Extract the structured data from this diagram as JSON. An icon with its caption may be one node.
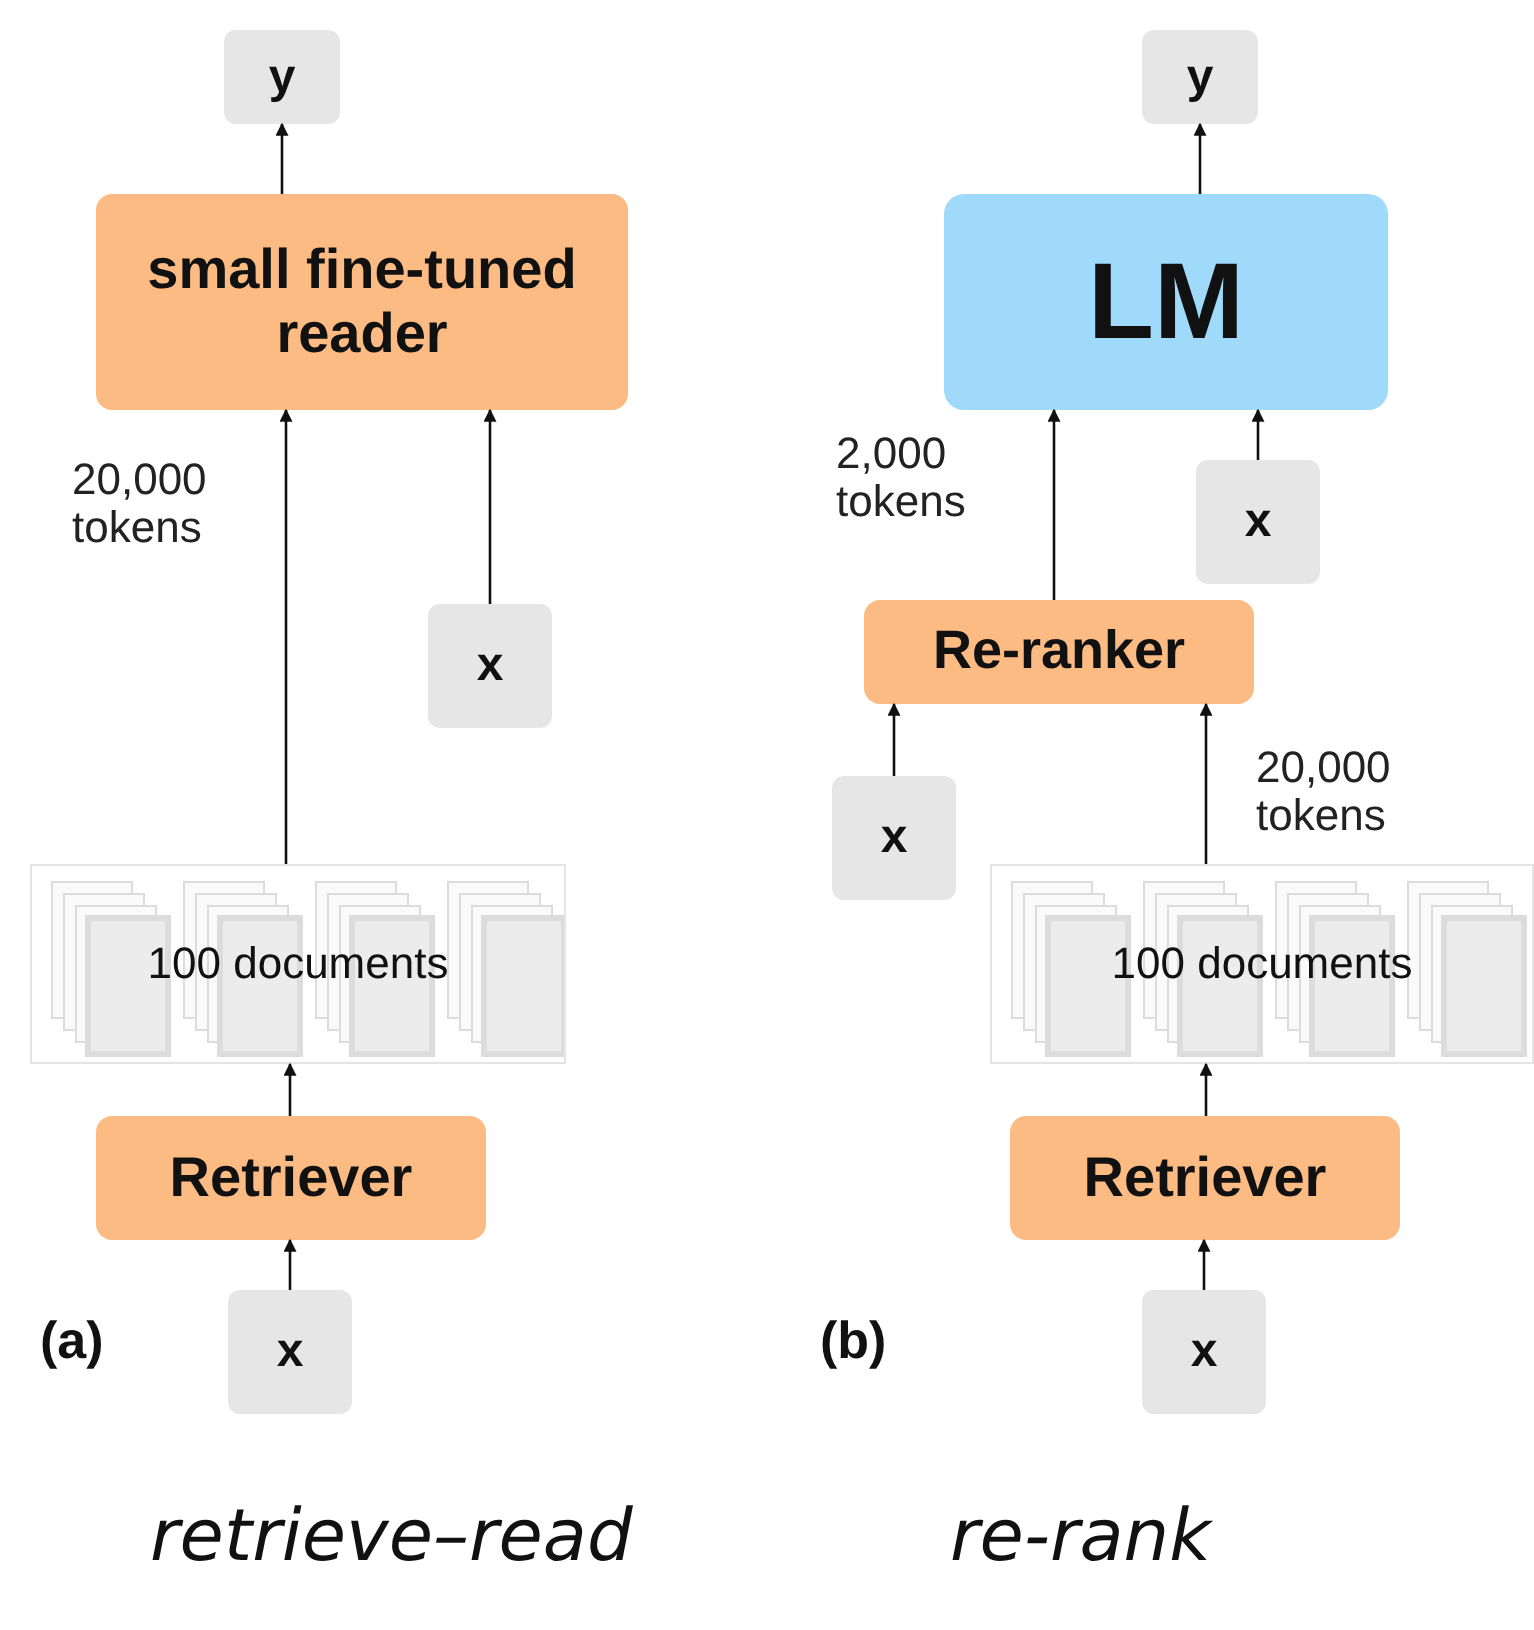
{
  "diagram": {
    "nodes": [
      {
        "text": [
          "y"
        ]
      },
      {
        "text": [
          "small fine-tuned reader"
        ]
      },
      {
        "text": [
          "x"
        ]
      },
      {
        "text": [
          "100 documents"
        ]
      },
      {
        "text": [
          "Retriever"
        ]
      },
      {
        "text": [
          "x"
        ]
      },
      {
        "text": [
          "y"
        ]
      },
      {
        "text": [
          "LM"
        ]
      },
      {
        "text": [
          "x"
        ]
      },
      {
        "text": [
          "Re-ranker"
        ]
      },
      {
        "text": [
          "x"
        ]
      },
      {
        "text": [
          "100 documents"
        ]
      },
      {
        "text": [
          "Retriever"
        ]
      },
      {
        "text": [
          "x"
        ]
      }
    ],
    "edges": [
      {
        "from": 1,
        "to": 0,
        "arrow": "to"
      },
      {
        "from": 3,
        "to": 1,
        "arrow": "to",
        "label": "20,000 tokens"
      },
      {
        "from": 2,
        "to": 1,
        "arrow": "to"
      },
      {
        "from": 4,
        "to": 3,
        "arrow": "to"
      },
      {
        "from": 5,
        "to": 4,
        "arrow": "to"
      },
      {
        "from": 7,
        "to": 6,
        "arrow": "to"
      },
      {
        "from": 9,
        "to": 7,
        "arrow": "to",
        "label": "2,000 tokens"
      },
      {
        "from": 8,
        "to": 7,
        "arrow": "to"
      },
      {
        "from": 10,
        "to": 9,
        "arrow": "to"
      },
      {
        "from": 11,
        "to": 9,
        "arrow": "to",
        "label": "20,000 tokens"
      },
      {
        "from": 12,
        "to": 11,
        "arrow": "to"
      },
      {
        "from": 13,
        "to": 12,
        "arrow": "to"
      }
    ],
    "labels": [
      "(a)",
      "(b)",
      "retrieve–read",
      "re-rank"
    ]
  }
}
